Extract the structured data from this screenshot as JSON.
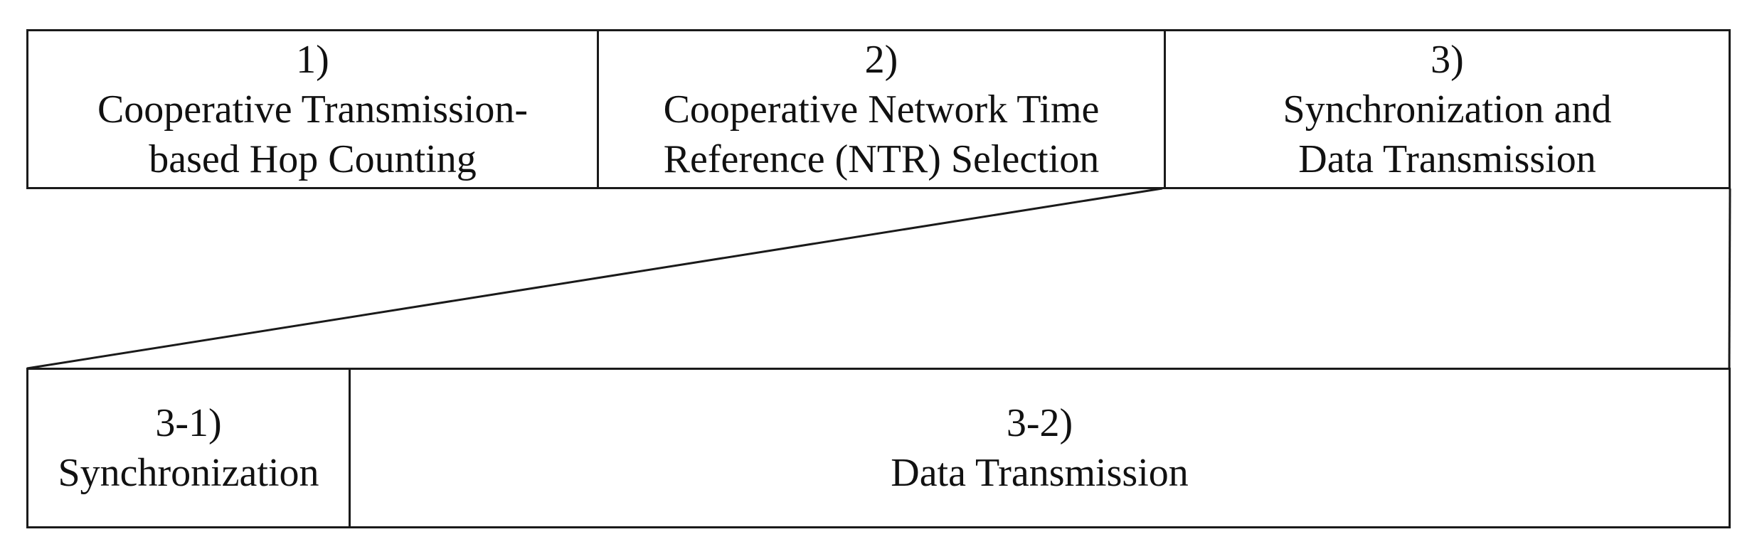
{
  "stages": [
    {
      "number": "1)",
      "line1": "Cooperative Transmission-",
      "line2": "based Hop Counting"
    },
    {
      "number": "2)",
      "line1": "Cooperative Network Time",
      "line2": "Reference (NTR) Selection"
    },
    {
      "number": "3)",
      "line1": "Synchronization and",
      "line2": "Data Transmission"
    }
  ],
  "substages": [
    {
      "number": "3-1)",
      "label": "Synchronization"
    },
    {
      "number": "3-2)",
      "label": "Data Transmission"
    }
  ]
}
